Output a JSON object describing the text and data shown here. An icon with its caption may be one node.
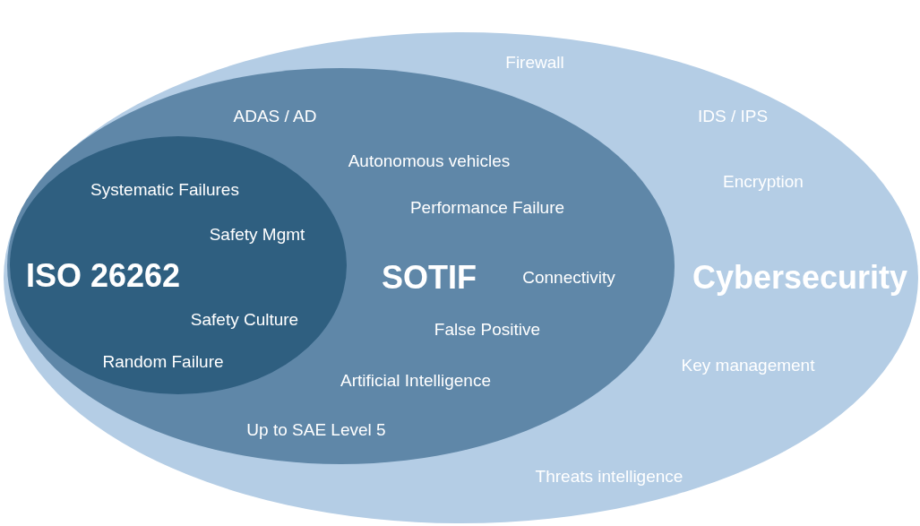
{
  "diagram": {
    "nodes": [
      {
        "text": [
          "Firewall",
          "IDS / IPS",
          "Encryption",
          "Cybersecurity",
          "Key management",
          "Threats intelligence"
        ]
      },
      {
        "text": [
          "ADAS / AD",
          "Autonomous vehicles",
          "Performance Failure",
          "SOTIF",
          "Connectivity",
          "False Positive",
          "Artificial Intelligence",
          "Up to SAE Level 5"
        ],
        "in": 0
      },
      {
        "text": [
          "Systematic Failures",
          "Safety Mgmt",
          "ISO 26262",
          "Safety Culture",
          "Random Failure"
        ],
        "in": 1
      }
    ]
  }
}
